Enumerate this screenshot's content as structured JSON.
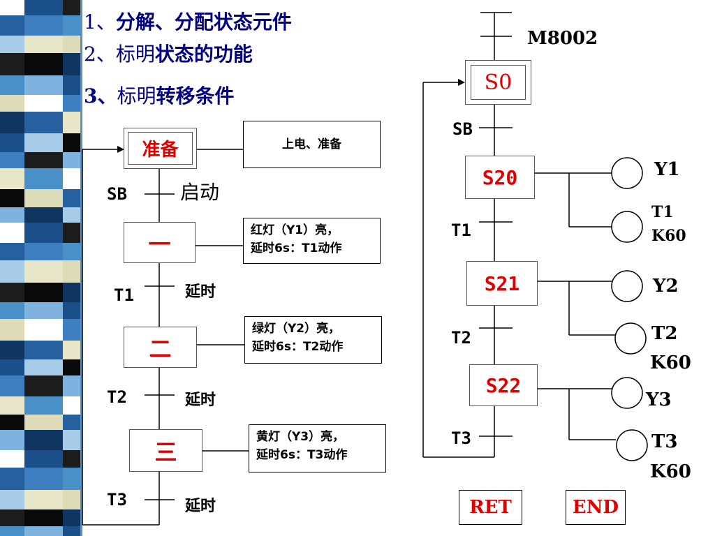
{
  "header": {
    "line1_num": "1、",
    "line1_text": "分解、分配状态元件",
    "line2_num": "2、",
    "line2_plain": "标明",
    "line2_bold": "状态的功能",
    "line3_num": "3、",
    "line3_plain": "标明",
    "line3_bold": "转移条件"
  },
  "left_diagram": {
    "steps": [
      "准备",
      "一",
      "二",
      "三"
    ],
    "descriptions": [
      "上电、准备",
      "红灯（Y1）亮，",
      "延时6s：T1动作",
      "绿灯（Y2）亮，",
      "延时6s：T2动作",
      "黄灯（Y3）亮，",
      "延时6s：T3动作"
    ],
    "transitions": [
      "SB",
      "T1",
      "T2",
      "T3"
    ],
    "transition_notes": [
      "启动",
      "延时",
      "延时",
      "延时"
    ]
  },
  "right_diagram": {
    "initial_condition": "M8002",
    "steps": [
      "S0",
      "S20",
      "S21",
      "S22"
    ],
    "transitions": [
      "SB",
      "T1",
      "T2",
      "T3"
    ],
    "outputs": [
      "Y1",
      "T1",
      "K60",
      "Y2",
      "T2",
      "K60",
      "Y3",
      "T3",
      "K60"
    ],
    "end_instructions": [
      "RET",
      "END"
    ]
  },
  "colors": {
    "header_text": "#000080",
    "step_label": "#e00000",
    "line": "#000000"
  }
}
